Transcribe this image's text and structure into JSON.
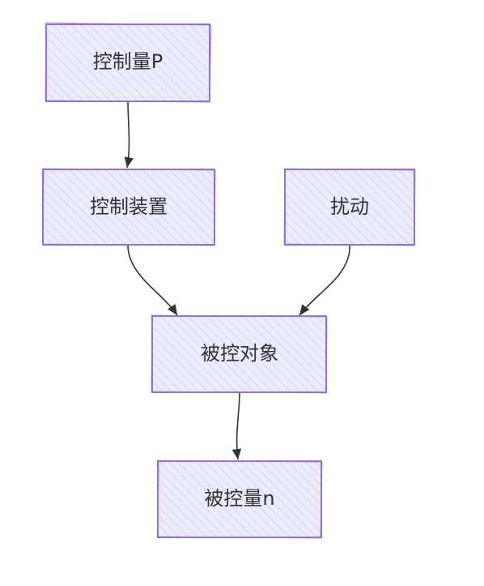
{
  "colors": {
    "node_fill": "#ececff",
    "node_stroke": "#9370db",
    "hatch": "#c9b8ef",
    "edge": "#333333",
    "text": "#333333",
    "background": "#ffffff"
  },
  "nodes": {
    "control_p": {
      "label": "控制量P"
    },
    "controller": {
      "label": "控制装置"
    },
    "disturbance": {
      "label": "扰动"
    },
    "plant": {
      "label": "被控对象"
    },
    "output_n": {
      "label": "被控量n"
    }
  },
  "edges": [
    {
      "from": "control_p",
      "to": "controller"
    },
    {
      "from": "controller",
      "to": "plant"
    },
    {
      "from": "disturbance",
      "to": "plant"
    },
    {
      "from": "plant",
      "to": "output_n"
    }
  ]
}
